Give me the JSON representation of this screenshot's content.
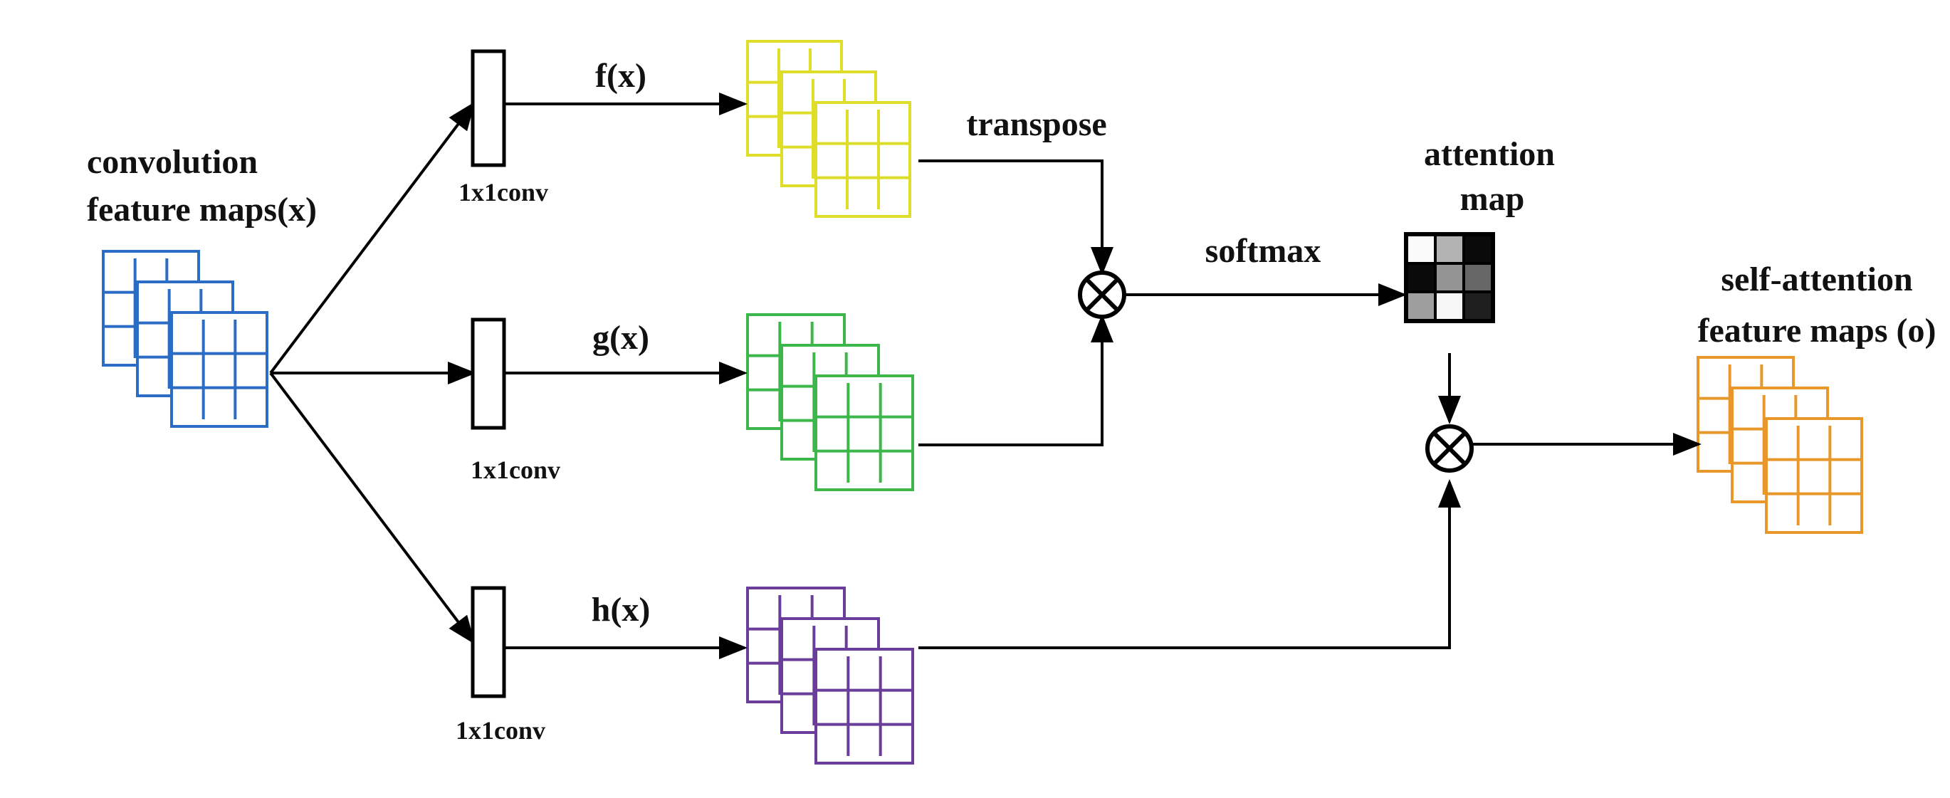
{
  "labels": {
    "input": [
      "convolution",
      "feature maps(x)"
    ],
    "f": "f(x)",
    "g": "g(x)",
    "h": "h(x)",
    "conv_f": "1x1conv",
    "conv_g": "1x1conv",
    "conv_h": "1x1conv",
    "transpose": "transpose",
    "softmax": "softmax",
    "attention": [
      "attention",
      "map"
    ],
    "output": [
      "self-attention",
      "feature maps (o)"
    ]
  },
  "colors": {
    "input": "#2b6cc4",
    "f": "#dede2a",
    "g": "#3cb84a",
    "h": "#6a3d9a",
    "output": "#e8982a"
  },
  "attention_map_levels": [
    [
      0.98,
      0.7,
      0.04
    ],
    [
      0.04,
      0.58,
      0.4
    ],
    [
      0.62,
      0.97,
      0.12
    ]
  ]
}
